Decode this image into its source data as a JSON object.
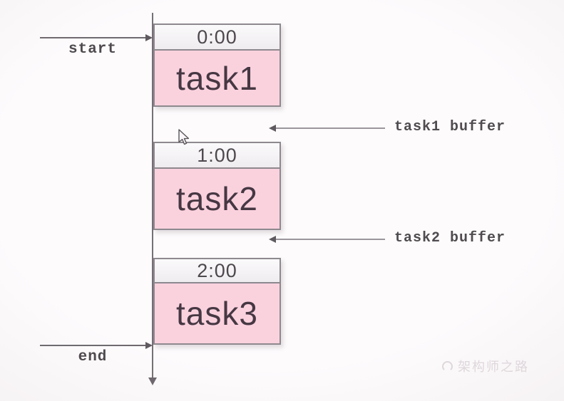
{
  "diagram": {
    "start_label": "start",
    "end_label": "end",
    "tasks": [
      {
        "time": "0:00",
        "name": "task1"
      },
      {
        "time": "1:00",
        "name": "task2"
      },
      {
        "time": "2:00",
        "name": "task3"
      }
    ],
    "buffers": [
      {
        "label": "task1 buffer"
      },
      {
        "label": "task2 buffer"
      }
    ],
    "watermark": {
      "text": "架构师之路",
      "logo_icon": "smiley-circle-logo"
    },
    "cursor_icon": "arrow-pointer-cursor",
    "colors": {
      "task_body_pink": "#fad2de",
      "task_header_bg": "#f5f2f5",
      "box_border": "#8e898e",
      "arrow_gray": "#6f6a6f",
      "label_text": "#4e4a4e",
      "task_text": "#463843",
      "watermark_gray": "#ded7dc"
    }
  }
}
